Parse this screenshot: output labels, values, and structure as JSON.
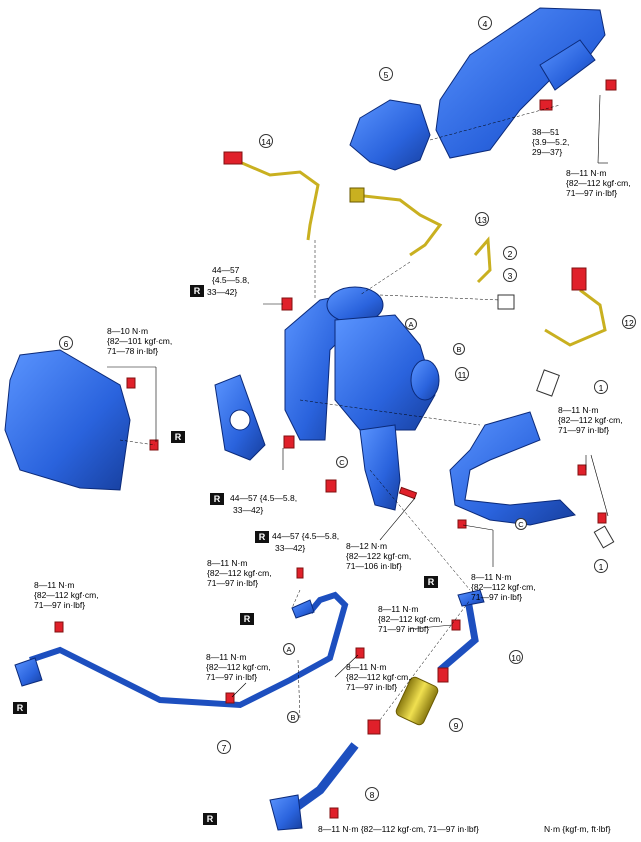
{
  "legend": "N·m {kgf·m, ft·lbf}",
  "callouts": [
    "1",
    "2",
    "3",
    "4",
    "5",
    "6",
    "7",
    "8",
    "9",
    "10",
    "11",
    "12",
    "13",
    "14",
    "1"
  ],
  "letters": {
    "a": "A",
    "b": "B",
    "c": "C",
    "c2": "C",
    "a2": "A",
    "b2": "B"
  },
  "r_label": "R",
  "torques": {
    "t_38_51": "38—51\n{3.9—5.2,\n29—37}",
    "t_8_11_top": "8—11 N·m\n{82—112 kgf·cm,\n71—97 in·lbf}",
    "t_44_57_a": "44—57\n{4.5—5.8,",
    "t_44_57_a2": "33—42}",
    "t_8_10": "8—10 N·m\n{82—101 kgf·cm,\n71—78 in·lbf}",
    "t_8_11_right": "8—11 N·m\n{82—112 kgf·cm,\n71—97 in·lbf}",
    "t_44_57_b": "44—57 {4.5—5.8,",
    "t_44_57_b2": "33—42}",
    "t_44_57_c": "44—57 {4.5—5.8,",
    "t_44_57_c2": "33—42}",
    "t_8_12": "8—12 N·m\n{82—122 kgf·cm,\n71—106 in·lbf}",
    "t_8_11_mid": "8—11 N·m\n{82—112 kgf·cm,\n71—97 in·lbf}",
    "t_8_11_pipeA": "8—11 N·m\n{82—112 kgf·cm,\n71—97 in·lbf}",
    "t_8_11_left": "8—11 N·m\n{82—112 kgf·cm,\n71—97 in·lbf}",
    "t_8_11_p7": "8—11 N·m\n{82—112 kgf·cm,\n71—97 in·lbf}",
    "t_8_11_p10": "8—11 N·m\n{82—112 kgf·cm,\n71—97 in·lbf}",
    "t_8_11_p10b": "8—11 N·m\n{82—112 kgf·cm,\n71—97 in·lbf}",
    "t_8_11_bottom": "8—11 N·m {82—112 kgf·cm, 71—97 in·lbf}"
  },
  "colors": {
    "part_blue": "#2f6fe0",
    "bolt_red": "#e0202a",
    "hose_yellow": "#c9b020",
    "outline": "#0b2a7a"
  }
}
